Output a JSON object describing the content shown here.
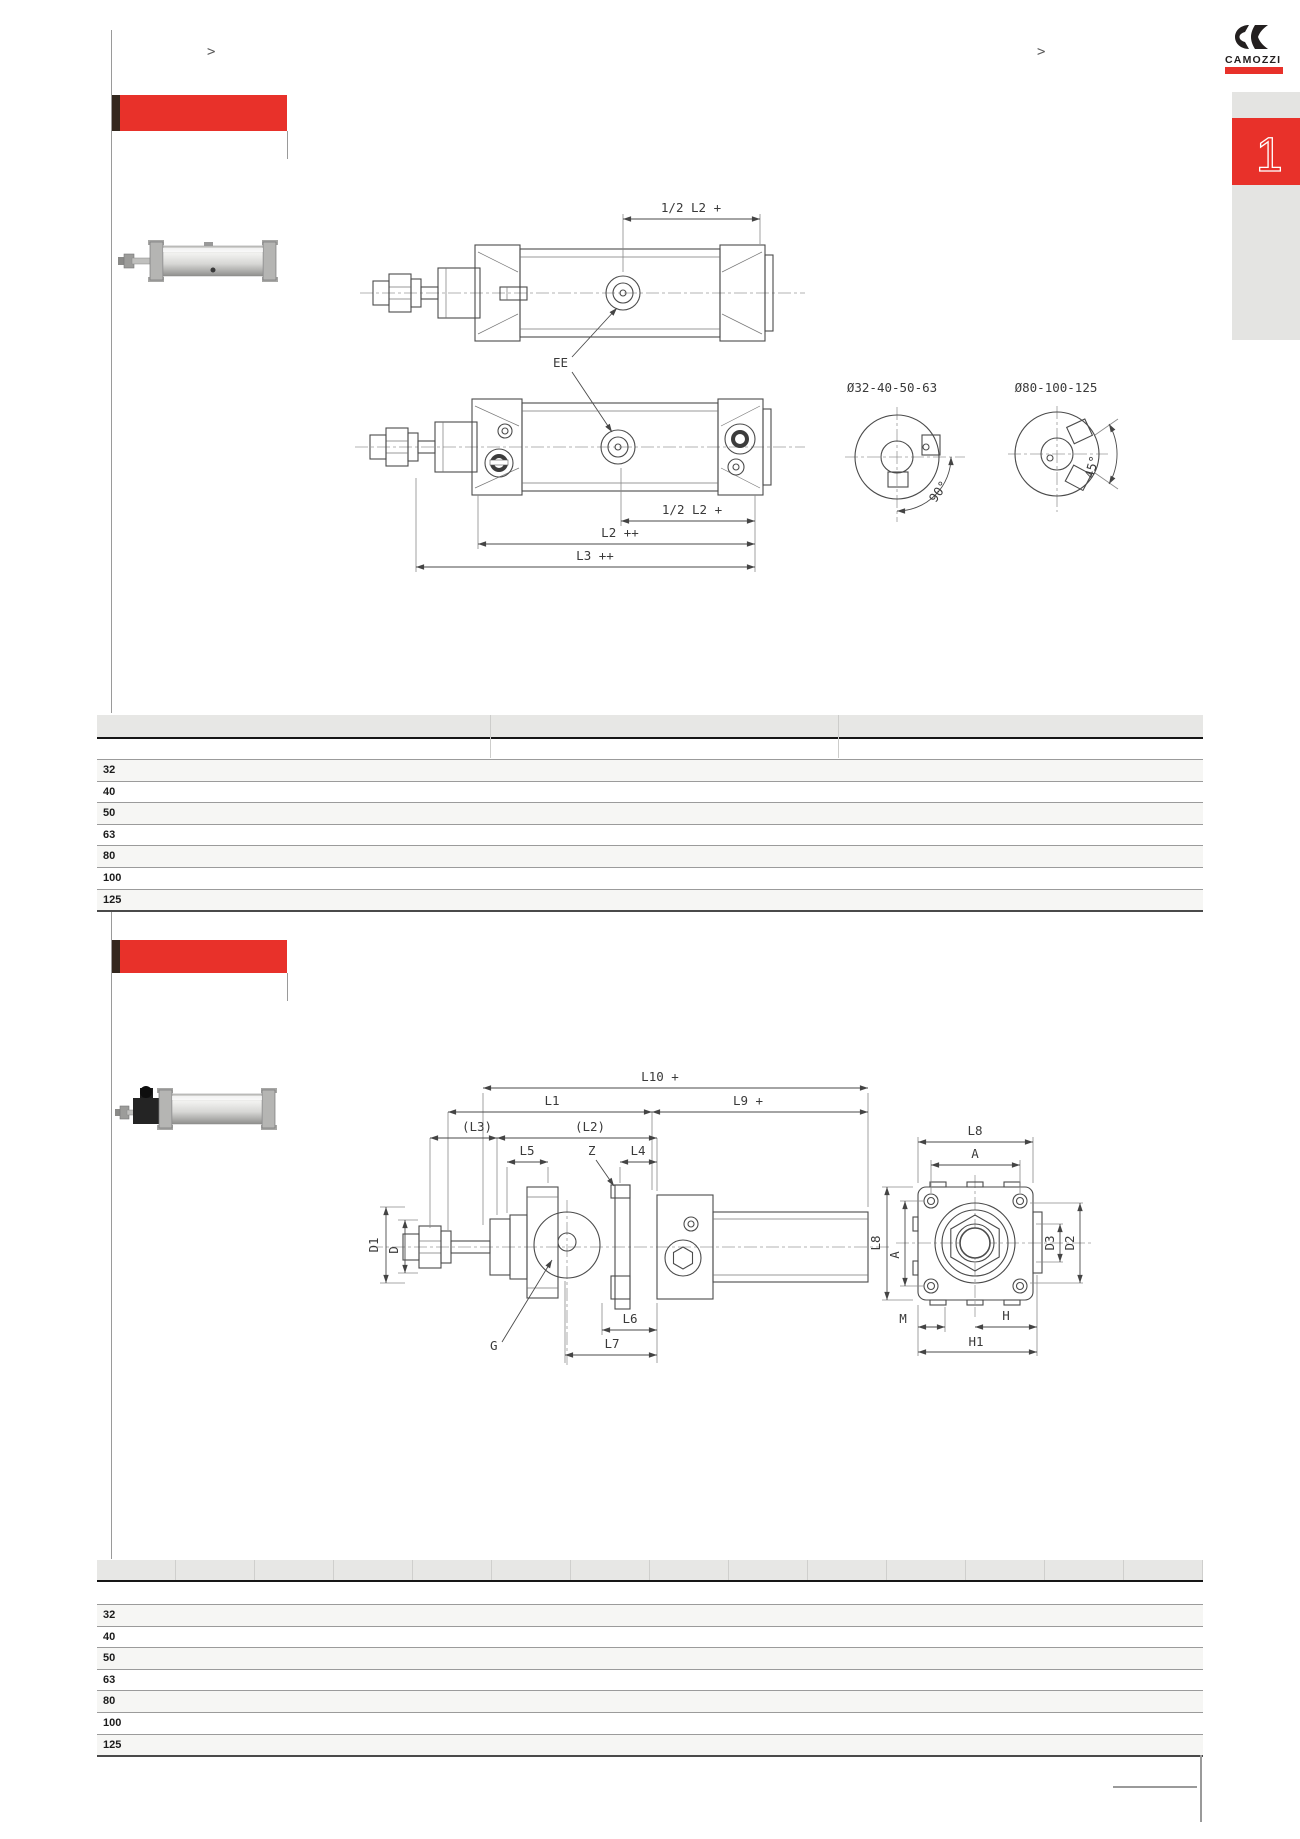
{
  "page": {
    "background": "#ffffff"
  },
  "colors": {
    "accent_red": "#e8312a",
    "dark_accent": "#33271e",
    "table_header_bg": "#e7e7e5",
    "row_alt_bg": "#f6f6f4"
  },
  "header": {
    "breadcrumb_left": ">",
    "breadcrumb_right": ">",
    "logo_text": "CAMOZZI",
    "side_tab_number": "1"
  },
  "section1": {
    "drawing": {
      "dim_top_half_l2": "1/2 L2 +",
      "port_label": "EE",
      "dim_half_l2": "1/2 L2 +",
      "dim_l2": "L2 ++",
      "dim_l3": "L3 ++",
      "section_label_small": "Ø32-40-50-63",
      "section_label_large": "Ø80-100-125",
      "angle_small": "90°",
      "angle_large": "45°"
    },
    "table": {
      "rows": [
        "32",
        "40",
        "50",
        "63",
        "80",
        "100",
        "125"
      ]
    }
  },
  "section2": {
    "drawing": {
      "dim_l10": "L10 +",
      "dim_l1": "L1",
      "dim_l9": "L9 +",
      "dim_l3": "(L3)",
      "dim_l2": "(L2)",
      "dim_l5": "L5",
      "label_z": "Z",
      "dim_l4": "L4",
      "dim_d1": "D1",
      "dim_d": "D",
      "label_g": "G",
      "dim_l6": "L6",
      "dim_l7": "L7",
      "dim_l8_top": "L8",
      "dim_a_top": "A",
      "dim_l8_side": "L8",
      "dim_a_side": "A",
      "dim_d3": "D3",
      "dim_d2": "D2",
      "dim_m": "M",
      "dim_h": "H",
      "dim_h1": "H1"
    },
    "table": {
      "rows": [
        "32",
        "40",
        "50",
        "63",
        "80",
        "100",
        "125"
      ]
    }
  }
}
